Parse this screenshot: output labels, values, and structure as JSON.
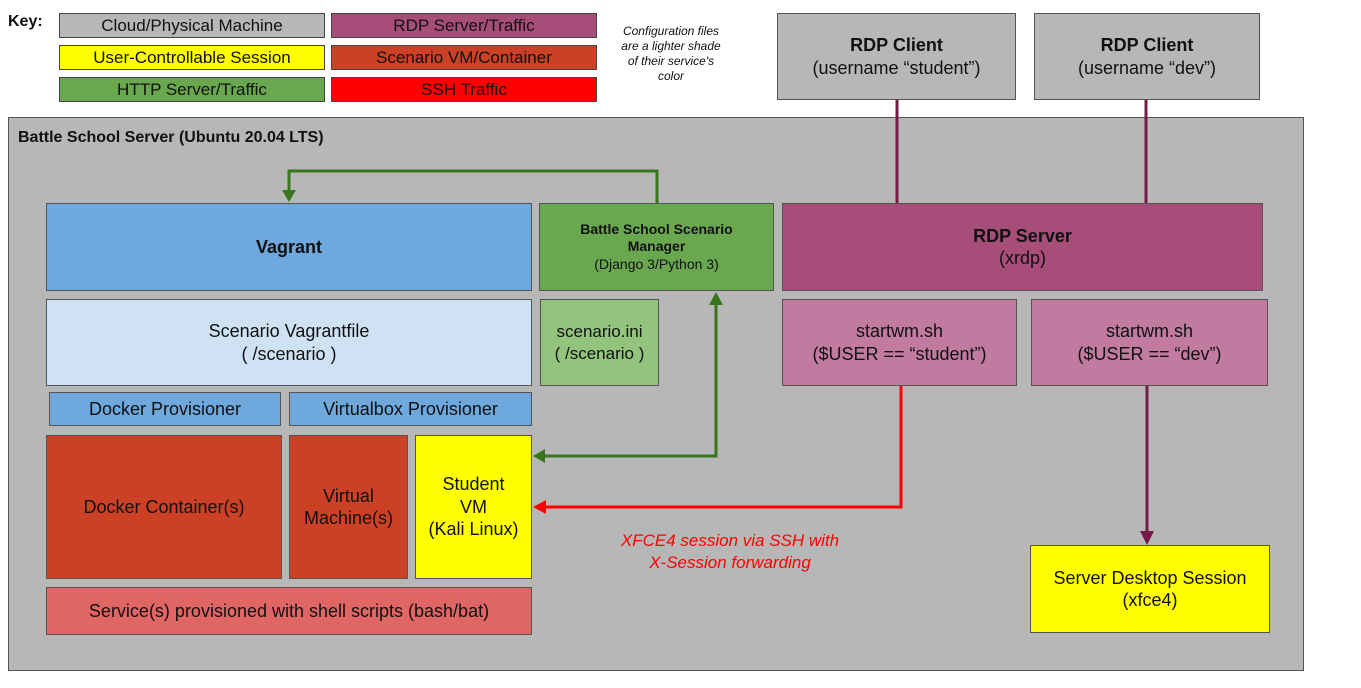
{
  "key": {
    "label": "Key:",
    "items": [
      {
        "text": "Cloud/Physical Machine",
        "color": "#b7b7b7"
      },
      {
        "text": "User-Controllable Session",
        "color": "#ffff00"
      },
      {
        "text": "HTTP Server/Traffic",
        "color": "#6aa84f"
      },
      {
        "text": "RDP Server/Traffic",
        "color": "#a64d79"
      },
      {
        "text": "Scenario VM/Container",
        "color": "#cc4125"
      },
      {
        "text": "SSH Traffic",
        "color": "#ff0000"
      }
    ],
    "note": [
      "Configuration files",
      "are a lighter shade",
      "of their service's",
      "color"
    ]
  },
  "clients": [
    {
      "title": "RDP Client",
      "sub": "(username “student”)"
    },
    {
      "title": "RDP Client",
      "sub": "(username “dev”)"
    }
  ],
  "server": {
    "title": "Battle School Server (Ubuntu 20.04 LTS)"
  },
  "vagrant": {
    "title": "Vagrant"
  },
  "vagrantfile": {
    "title": "Scenario Vagrantfile",
    "sub": "( /scenario )"
  },
  "provisioners": {
    "docker": "Docker Provisioner",
    "virtualbox": "Virtualbox Provisioner"
  },
  "containers": {
    "docker": "Docker Container(s)",
    "vm_line1": "Virtual",
    "vm_line2": "Machine(s)",
    "student_line1": "Student",
    "student_line2": "VM",
    "student_line3": "(Kali Linux)"
  },
  "services": {
    "text": "Service(s) provisioned with shell scripts (bash/bat)"
  },
  "manager": {
    "title_line1": "Battle School Scenario",
    "title_line2": "Manager",
    "sub": "(Django 3/Python 3)"
  },
  "scenario_ini": {
    "title": "scenario.ini",
    "sub": "( /scenario )"
  },
  "rdp_server": {
    "title": "RDP Server",
    "sub": "(xrdp)"
  },
  "startwm": [
    {
      "title": "startwm.sh",
      "sub": "($USER == “student”)"
    },
    {
      "title": "startwm.sh",
      "sub": "($USER == “dev”)"
    }
  ],
  "desktop": {
    "title": "Server Desktop Session",
    "sub": "(xfce4)"
  },
  "ssh_note": {
    "line1": "XFCE4  session via SSH with",
    "line2": "X-Session forwarding"
  }
}
